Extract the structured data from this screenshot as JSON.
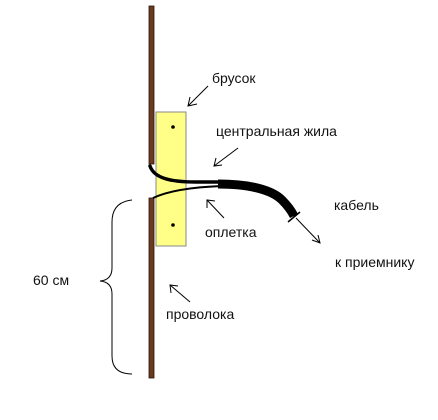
{
  "labels": {
    "block": "брусок",
    "core": "центральная жила",
    "cable": "кабель",
    "braid": "оплетка",
    "receiver": "к приемнику",
    "length": "60 см",
    "wire": "проволока"
  },
  "colors": {
    "wire": "#6b3a1f",
    "block_fill": "#ffff88",
    "block_border": "#8a8a8a",
    "cable": "#000000",
    "arrow": "#000000"
  }
}
